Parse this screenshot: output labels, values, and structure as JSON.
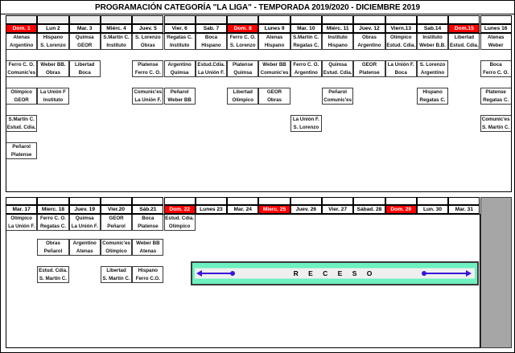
{
  "document": {
    "title": "PROGRAMACIÓN CATEGORÍA \"LA LIGA\" - TEMPORADA 2019/2020 - DICIEMBRE 2019",
    "receso_label": "R E C E S O",
    "holiday_color": "#ff0000",
    "receso_color": "#6ff0c0",
    "arrow_color": "#3a15d8",
    "grey_color": "#a6a6a6"
  },
  "first_half": {
    "days": [
      {
        "label": "Dom. 1",
        "holiday": true
      },
      {
        "label": "Lun 2",
        "holiday": false
      },
      {
        "label": "Mar. 3",
        "holiday": false
      },
      {
        "label": "Miérc. 4",
        "holiday": false
      },
      {
        "label": "Juev. 5",
        "holiday": false
      },
      {
        "label": "Vier. 6",
        "holiday": false
      },
      {
        "label": "Sab. 7",
        "holiday": false
      },
      {
        "label": "Dom. 8",
        "holiday": true
      },
      {
        "label": "Lunes 9",
        "holiday": false
      },
      {
        "label": "Mar. 10",
        "holiday": false
      },
      {
        "label": "Miérc. 11",
        "holiday": false
      },
      {
        "label": "Juev. 12",
        "holiday": false
      },
      {
        "label": "Viern.13",
        "holiday": false
      },
      {
        "label": "Sab.14",
        "holiday": false
      },
      {
        "label": "Dom.15",
        "holiday": true
      },
      {
        "label": "Lunes 16",
        "holiday": false
      }
    ],
    "rows": [
      [
        {
          "col": 0,
          "home": "Atenas",
          "away": "Argentino"
        },
        {
          "col": 1,
          "home": "Hispano",
          "away": "S. Lorenzo"
        },
        {
          "col": 2,
          "home": "Quimsa",
          "away": "GEOR"
        },
        {
          "col": 3,
          "home": "S.Martín C.",
          "away": "Instituto"
        },
        {
          "col": 4,
          "home": "S. Lorenzo",
          "away": "Obras"
        },
        {
          "col": 5,
          "home": "Regatas C.",
          "away": "Instituto"
        },
        {
          "col": 6,
          "home": "Boca",
          "away": "Hispano"
        },
        {
          "col": 7,
          "home": "Ferro C. O.",
          "away": "S. Lorenzo"
        },
        {
          "col": 8,
          "home": "Atenas",
          "away": "Hispano"
        },
        {
          "col": 9,
          "home": "S.Martín C.",
          "away": "Regatas C."
        },
        {
          "col": 10,
          "home": "Instituto",
          "away": "Hispano"
        },
        {
          "col": 11,
          "home": "Obras",
          "away": "Argentino"
        },
        {
          "col": 12,
          "home": "Olímpico",
          "away": "Estud. Cdia."
        },
        {
          "col": 13,
          "home": "Instituto",
          "away": "Weber B.B."
        },
        {
          "col": 14,
          "home": "Libertad",
          "away": "Estud. Cdia."
        },
        {
          "col": 15,
          "home": "Atenas",
          "away": "Weber"
        }
      ],
      [
        {
          "col": 0,
          "home": "Ferro C. O.",
          "away": "Comunic'es"
        },
        {
          "col": 1,
          "home": "Weber BB.",
          "away": "Obras"
        },
        {
          "col": 2,
          "home": "Libertad",
          "away": "Boca"
        },
        {
          "col": 4,
          "home": "Platense",
          "away": "Ferro C. O."
        },
        {
          "col": 5,
          "home": "Argentino",
          "away": "Quimsa"
        },
        {
          "col": 6,
          "home": "Estud.Cdia.",
          "away": "La Unión F."
        },
        {
          "col": 7,
          "home": "Platense",
          "away": "Quimsa"
        },
        {
          "col": 8,
          "home": "Weber BB",
          "away": "Comunic'es"
        },
        {
          "col": 9,
          "home": "Ferro C. O.",
          "away": "Argentino"
        },
        {
          "col": 10,
          "home": "Quimsa",
          "away": "Estud. Cdia."
        },
        {
          "col": 11,
          "home": "GEOR",
          "away": "Platense"
        },
        {
          "col": 12,
          "home": "La Unión F.",
          "away": "Boca"
        },
        {
          "col": 13,
          "home": "S. Lorenzo",
          "away": "Argentino"
        },
        {
          "col": 15,
          "home": "Boca",
          "away": "Ferro C. O."
        }
      ],
      [
        {
          "col": 0,
          "home": "Olímpico",
          "away": "GEOR"
        },
        {
          "col": 1,
          "home": "La Unión F",
          "away": "Instituto"
        },
        {
          "col": 4,
          "home": "Comunic'es",
          "away": "La Unión F."
        },
        {
          "col": 5,
          "home": "Peñarol",
          "away": "Weber BB"
        },
        {
          "col": 7,
          "home": "Libertad",
          "away": "Olímpico"
        },
        {
          "col": 8,
          "home": "GEOR",
          "away": "Obras"
        },
        {
          "col": 10,
          "home": "Peñarol",
          "away": "Comunic'es"
        },
        {
          "col": 13,
          "home": "Hispano",
          "away": "Regatas C."
        },
        {
          "col": 15,
          "home": "Platense",
          "away": "Regatas C."
        }
      ],
      [
        {
          "col": 0,
          "home": "S.Martín C.",
          "away": "Estud. Cdia."
        },
        {
          "col": 9,
          "home": "La Unión F.",
          "away": "S. Lorenzo"
        },
        {
          "col": 15,
          "home": "Comunic'es",
          "away": "S. Martín C."
        }
      ],
      [
        {
          "col": 0,
          "home": "Peñarol",
          "away": "Platense"
        }
      ]
    ]
  },
  "second_half": {
    "days": [
      {
        "label": "Mar. 17",
        "holiday": false
      },
      {
        "label": "Mierc. 18",
        "holiday": false
      },
      {
        "label": "Juev. 19",
        "holiday": false
      },
      {
        "label": "Vier.20",
        "holiday": false
      },
      {
        "label": "Sáb.21",
        "holiday": false
      },
      {
        "label": "Dom. 22",
        "holiday": true
      },
      {
        "label": "Lunes 23",
        "holiday": false
      },
      {
        "label": "Mar. 24",
        "holiday": false
      },
      {
        "label": "Mierc. 25",
        "holiday": true
      },
      {
        "label": "Juev. 26",
        "holiday": false
      },
      {
        "label": "Vier. 27",
        "holiday": false
      },
      {
        "label": "Sábad. 28",
        "holiday": false
      },
      {
        "label": "Dom. 29",
        "holiday": true
      },
      {
        "label": "Lun. 30",
        "holiday": false
      },
      {
        "label": "Mar. 31",
        "holiday": false
      }
    ],
    "rows": [
      [
        {
          "col": 0,
          "home": "Olímpico",
          "away": "La Unión F."
        },
        {
          "col": 1,
          "home": "Ferro C. O.",
          "away": "Regatas C."
        },
        {
          "col": 2,
          "home": "Quimsa",
          "away": "La Unión F."
        },
        {
          "col": 3,
          "home": "GEOR",
          "away": "Peñarol"
        },
        {
          "col": 4,
          "home": "Boca",
          "away": "Platense"
        },
        {
          "col": 5,
          "home": "Estud. Cdia.",
          "away": "Olímpico"
        }
      ],
      [
        {
          "col": 1,
          "home": "Obras",
          "away": "Peñarol"
        },
        {
          "col": 2,
          "home": "Argentino",
          "away": "Atenas"
        },
        {
          "col": 3,
          "home": "Comunic'es",
          "away": "Olímpico"
        },
        {
          "col": 4,
          "home": "Weber BB",
          "away": "Atenas"
        }
      ],
      [
        {
          "col": 1,
          "home": "Estud. Cdia.",
          "away": "S. Martín C."
        },
        {
          "col": 3,
          "home": "Libertad",
          "away": "S. Martín C."
        },
        {
          "col": 4,
          "home": "Hispano",
          "away": "Ferro C.O."
        }
      ]
    ]
  }
}
